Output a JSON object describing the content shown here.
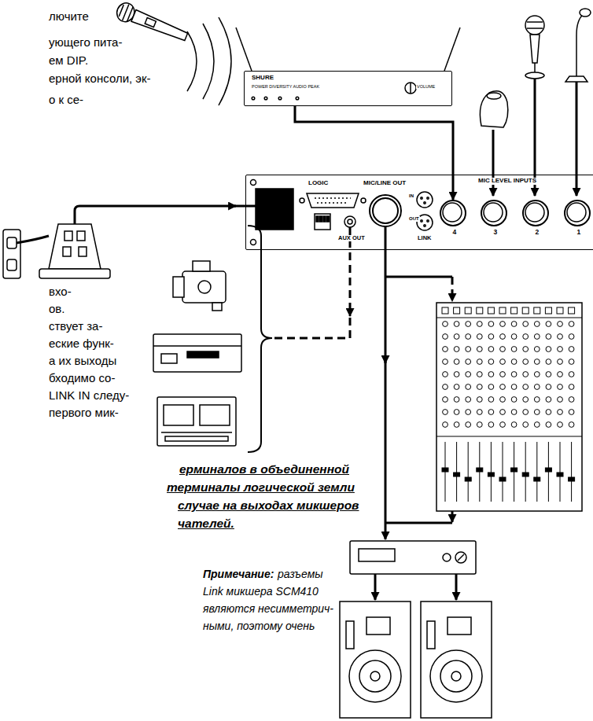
{
  "diagram": {
    "nodes": [
      {
        "text": [
          "SHURE",
          "POWER DIVERSITY AUDIO PEAK",
          "VOLUME"
        ]
      },
      {
        "text": [
          "LOGIC",
          "MIC/LINE OUT",
          "MIC LEVEL INPUTS",
          "IN",
          "OUT",
          "LINK",
          "AUX OUT"
        ]
      },
      {
        "text": [
          "4"
        ],
        "in": 1
      },
      {
        "text": [
          "3"
        ],
        "in": 1
      },
      {
        "text": [
          "2"
        ],
        "in": 1
      },
      {
        "text": [
          "1"
        ],
        "in": 1
      }
    ],
    "edges": [
      {
        "from": 0,
        "to": 2,
        "arrow": "to"
      }
    ],
    "labels": [
      "лючите",
      "ующего пита-",
      "ем DIP.",
      "ерной консоли, эк-",
      "о к се-",
      "вхо-",
      "ов.",
      "ствует за-",
      "еские функ-",
      "а их выходы",
      "бходимо со-",
      "LINK IN следу-",
      "первого мик-",
      "ерминалов в объединенной",
      "терминалы логической земли",
      "случае на выходах микшеров",
      "чателей.",
      "Примечание:",
      "разъемы",
      "Link микшера SCM410",
      "являются несимметрич-",
      "ными, поэтому очень"
    ]
  }
}
